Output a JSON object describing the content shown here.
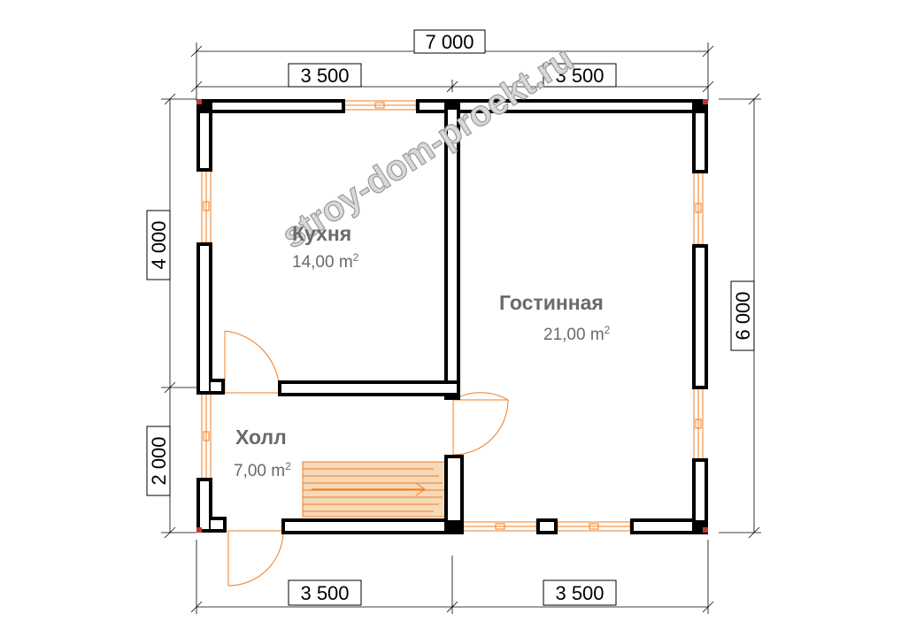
{
  "dimensions": {
    "total_width": "7 000",
    "top_left": "3 500",
    "top_right": "3 500",
    "bottom_left": "3 500",
    "bottom_right": "3 500",
    "left_upper": "4 000",
    "left_lower": "2 000",
    "right_total": "6 000"
  },
  "rooms": [
    {
      "name": "Кухня",
      "area": "14,00 m",
      "unit_sup": "2"
    },
    {
      "name": "Гостинная",
      "area": "21,00 m",
      "unit_sup": "2"
    },
    {
      "name": "Холл",
      "area": "7,00 m",
      "unit_sup": "2"
    }
  ],
  "watermark": "stroy-dom-proekt.ru",
  "colors": {
    "wall": "#000000",
    "accent": "#f07c1f",
    "corner": "#c0392b",
    "room_text": "#6a6a6a"
  }
}
